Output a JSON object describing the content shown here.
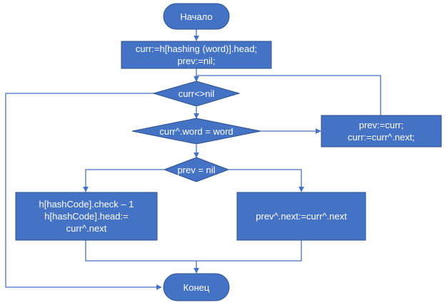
{
  "nodes": {
    "start": {
      "text": "Начало"
    },
    "init": {
      "lines": [
        "curr:=h[hashing (word)].head;",
        "prev:=nil;"
      ]
    },
    "cond_curr": {
      "text": "curr<>nil"
    },
    "cond_word": {
      "text": "curr^.word = word"
    },
    "advance": {
      "lines": [
        "prev:=curr;",
        "curr:=curr^.next;"
      ]
    },
    "cond_prev": {
      "text": "prev = nil"
    },
    "head_update": {
      "lines": [
        "h[hashCode].check – 1",
        "h[hashCode].head:=",
        "curr^.next"
      ]
    },
    "link_update": {
      "text": "prev^.next:=curr^.next"
    },
    "end": {
      "text": "Конец"
    }
  },
  "colors": {
    "fill": "#4472c4",
    "stroke": "#2f528f",
    "edge": "#4472c4",
    "text": "#ffffff"
  }
}
